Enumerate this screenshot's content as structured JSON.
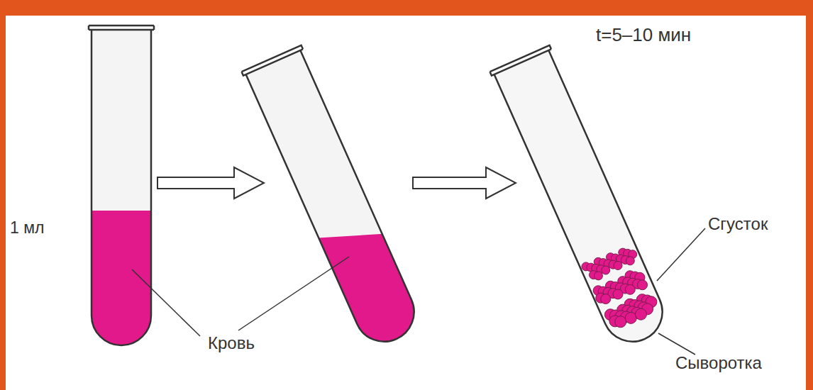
{
  "diagram": {
    "labels": [
      "t=5–10 мин",
      "1 мл",
      "Кровь",
      "Сгусток",
      "Сыворотка"
    ]
  }
}
